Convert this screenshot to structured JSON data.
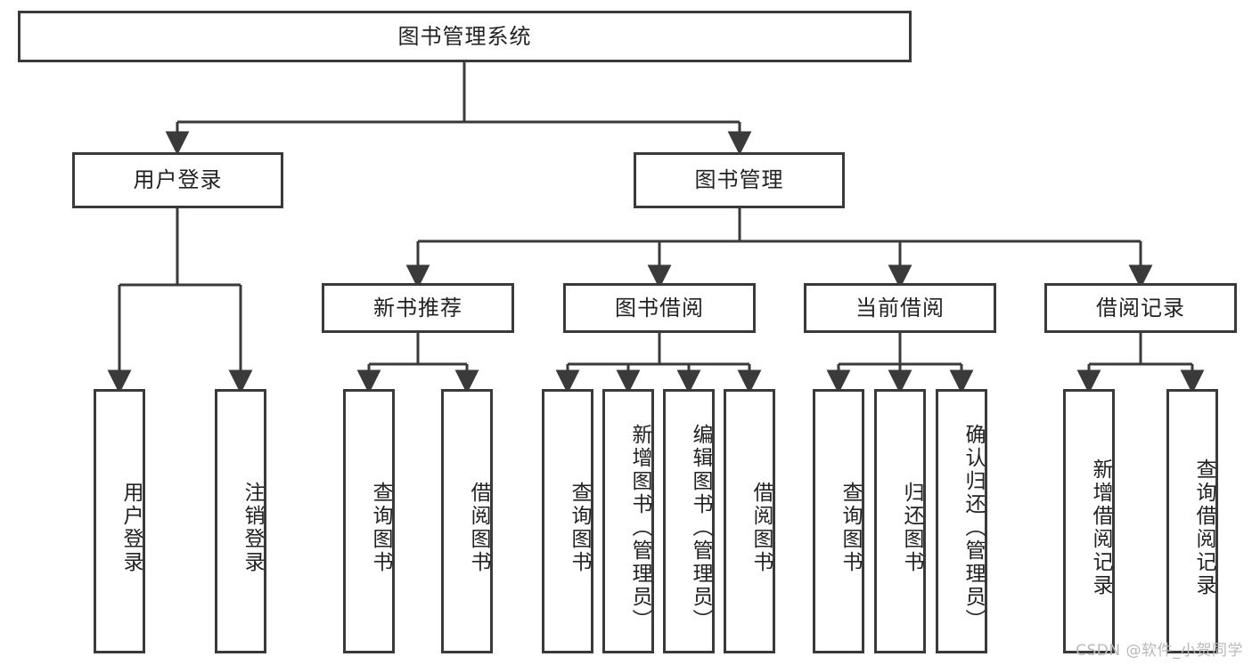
{
  "diagram": {
    "type": "tree-hierarchy",
    "title": "图书管理系统",
    "watermark": "CSDN @软件_小贺同学",
    "colors": {
      "box_border": "#3a3a3a",
      "box_fill": "#ffffff",
      "connector": "#3a3a3a",
      "text": "#222222",
      "watermark": "#b9b9b9"
    },
    "levels": {
      "root": {
        "label": "图书管理系统"
      },
      "level2": [
        {
          "id": "user-login",
          "label": "用户登录"
        },
        {
          "id": "book-manage",
          "label": "图书管理"
        }
      ],
      "level3": [
        {
          "id": "new-book-recommend",
          "label": "新书推荐",
          "parent": "book-manage"
        },
        {
          "id": "book-borrow",
          "label": "图书借阅",
          "parent": "book-manage"
        },
        {
          "id": "current-borrow",
          "label": "当前借阅",
          "parent": "book-manage"
        },
        {
          "id": "borrow-record",
          "label": "借阅记录",
          "parent": "book-manage"
        }
      ],
      "leaves": [
        {
          "id": "leaf-user-login",
          "label": "用户登录",
          "parent": "user-login"
        },
        {
          "id": "leaf-user-logout",
          "label": "注销登录",
          "parent": "user-login"
        },
        {
          "id": "leaf-query-book-1",
          "label": "查询图书",
          "parent": "new-book-recommend"
        },
        {
          "id": "leaf-borrow-book-1",
          "label": "借阅图书",
          "parent": "new-book-recommend"
        },
        {
          "id": "leaf-query-book-2",
          "label": "查询图书",
          "parent": "book-borrow"
        },
        {
          "id": "leaf-add-book",
          "label": "新增图书（管理员）",
          "parent": "book-borrow"
        },
        {
          "id": "leaf-edit-book",
          "label": "编辑图书（管理员）",
          "parent": "book-borrow"
        },
        {
          "id": "leaf-borrow-book-2",
          "label": "借阅图书",
          "parent": "book-borrow"
        },
        {
          "id": "leaf-query-book-3",
          "label": "查询图书",
          "parent": "current-borrow"
        },
        {
          "id": "leaf-return-book",
          "label": "归还图书",
          "parent": "current-borrow"
        },
        {
          "id": "leaf-confirm-return",
          "label": "确认归还（管理员）",
          "parent": "current-borrow"
        },
        {
          "id": "leaf-add-record",
          "label": "新增借阅记录",
          "parent": "borrow-record"
        },
        {
          "id": "leaf-query-record",
          "label": "查询借阅记录",
          "parent": "borrow-record"
        }
      ]
    }
  }
}
